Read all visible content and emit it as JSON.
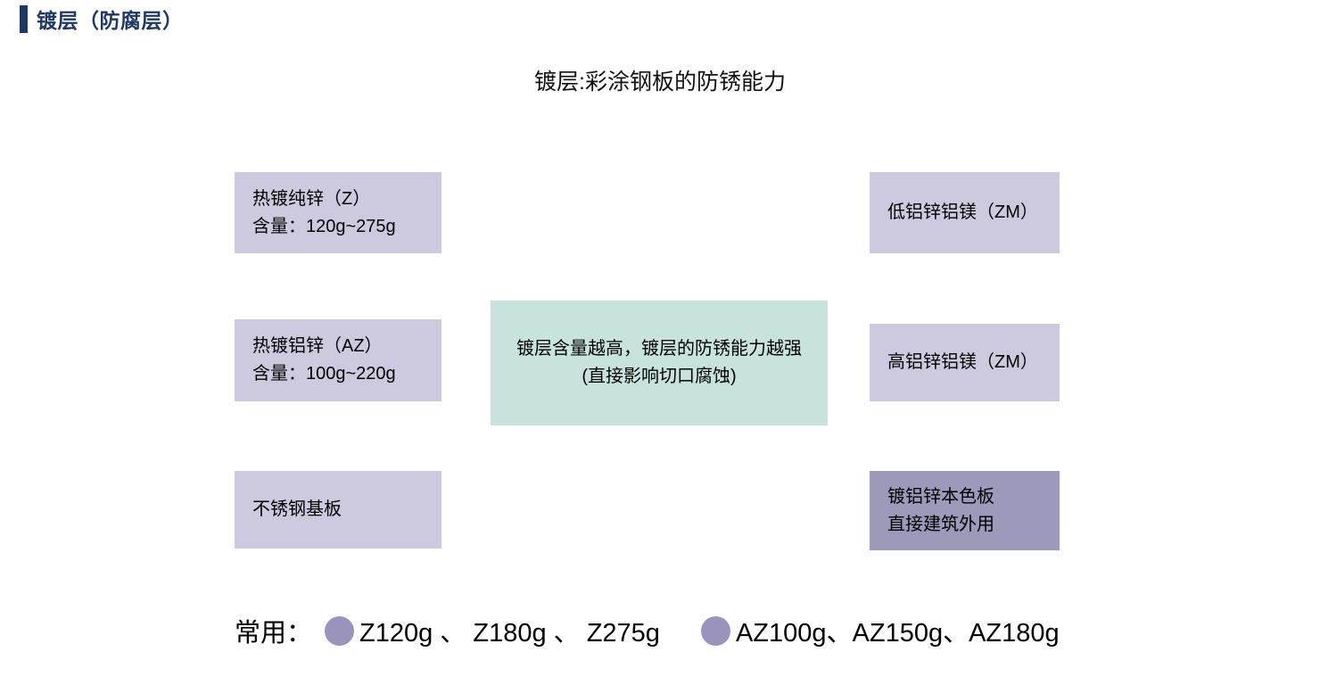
{
  "header": {
    "title": "镀层（防腐层）"
  },
  "diagram": {
    "title": "镀层:彩涂钢板的防锈能力",
    "left_boxes": [
      {
        "lines": [
          "热镀纯锌（Z）",
          "含量：120g~275g"
        ]
      },
      {
        "lines": [
          "热镀铝锌（AZ）",
          "含量：100g~220g"
        ]
      },
      {
        "lines": [
          "不锈钢基板"
        ]
      }
    ],
    "center_box": {
      "lines": [
        "镀层含量越高，镀层的防锈能力越强",
        "(直接影响切口腐蚀)"
      ]
    },
    "right_boxes": [
      {
        "lines": [
          "低铝锌铝镁（ZM）"
        ],
        "variant": "light"
      },
      {
        "lines": [
          "高铝锌铝镁（ZM）"
        ],
        "variant": "light"
      },
      {
        "lines": [
          "镀铝锌本色板",
          "直接建筑外用"
        ],
        "variant": "dark"
      }
    ]
  },
  "legend": {
    "label": "常用：",
    "groups": [
      {
        "icon": "bullet-circle",
        "text": "Z120g 、 Z180g 、 Z275g"
      },
      {
        "icon": "bullet-circle",
        "text": "AZ100g、AZ150g、AZ180g"
      }
    ]
  },
  "colors": {
    "accent": "#203864",
    "box_light": "#cdcae0",
    "box_teal": "#c8e3de",
    "box_dark": "#9d99ba",
    "bullet": "#9a94bc"
  }
}
